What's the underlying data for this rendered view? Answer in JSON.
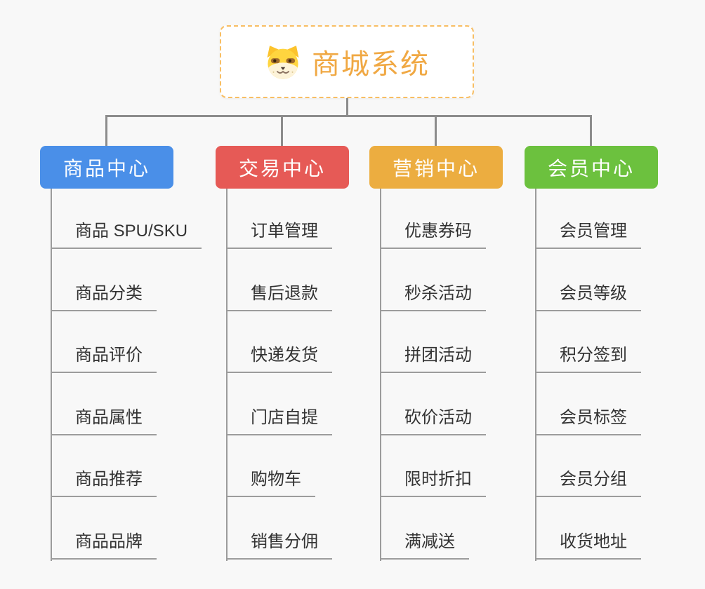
{
  "root": {
    "title": "商城系统",
    "icon": "dog-face-icon"
  },
  "branches": [
    {
      "label": "商品中心",
      "color": "#4a8fe8",
      "items": [
        "商品 SPU/SKU",
        "商品分类",
        "商品评价",
        "商品属性",
        "商品推荐",
        "商品品牌"
      ]
    },
    {
      "label": "交易中心",
      "color": "#e65a56",
      "items": [
        "订单管理",
        "售后退款",
        "快递发货",
        "门店自提",
        "购物车",
        "销售分佣"
      ]
    },
    {
      "label": "营销中心",
      "color": "#ecad40",
      "items": [
        "优惠券码",
        "秒杀活动",
        "拼团活动",
        "砍价活动",
        "限时折扣",
        "满减送"
      ]
    },
    {
      "label": "会员中心",
      "color": "#6cc13e",
      "items": [
        "会员管理",
        "会员等级",
        "积分签到",
        "会员标签",
        "会员分组",
        "收货地址"
      ]
    }
  ],
  "colors": {
    "canvas_bg": "#f8f8f8",
    "root_accent": "#f0a843",
    "root_border": "#f8be63",
    "connector": "#8c8c8c",
    "underline": "#9c9c9c",
    "item_text": "#333333"
  }
}
